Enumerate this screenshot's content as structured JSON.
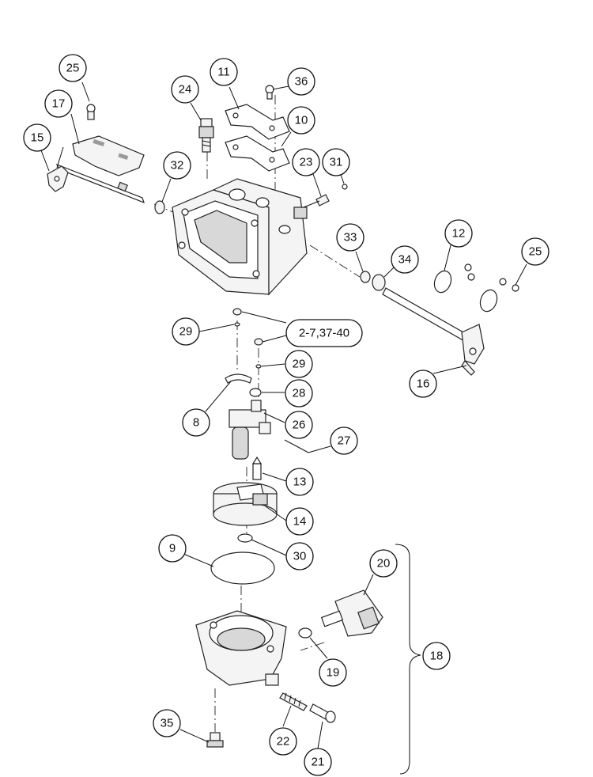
{
  "callouts": [
    {
      "id": "25a",
      "label": "25"
    },
    {
      "id": "24",
      "label": "24"
    },
    {
      "id": "11",
      "label": "11"
    },
    {
      "id": "36",
      "label": "36"
    },
    {
      "id": "17",
      "label": "17"
    },
    {
      "id": "10",
      "label": "10"
    },
    {
      "id": "15",
      "label": "15"
    },
    {
      "id": "23",
      "label": "23"
    },
    {
      "id": "31",
      "label": "31"
    },
    {
      "id": "32",
      "label": "32"
    },
    {
      "id": "33",
      "label": "33"
    },
    {
      "id": "12",
      "label": "12"
    },
    {
      "id": "25b",
      "label": "25"
    },
    {
      "id": "34",
      "label": "34"
    },
    {
      "id": "29a",
      "label": "29"
    },
    {
      "id": "kit",
      "label": "2-7,37-40"
    },
    {
      "id": "29b",
      "label": "29"
    },
    {
      "id": "16",
      "label": "16"
    },
    {
      "id": "28",
      "label": "28"
    },
    {
      "id": "8",
      "label": "8"
    },
    {
      "id": "26",
      "label": "26"
    },
    {
      "id": "27",
      "label": "27"
    },
    {
      "id": "13",
      "label": "13"
    },
    {
      "id": "14",
      "label": "14"
    },
    {
      "id": "9",
      "label": "9"
    },
    {
      "id": "30",
      "label": "30"
    },
    {
      "id": "20",
      "label": "20"
    },
    {
      "id": "18",
      "label": "18"
    },
    {
      "id": "19",
      "label": "19"
    },
    {
      "id": "35",
      "label": "35"
    },
    {
      "id": "22",
      "label": "22"
    },
    {
      "id": "21",
      "label": "21"
    }
  ]
}
